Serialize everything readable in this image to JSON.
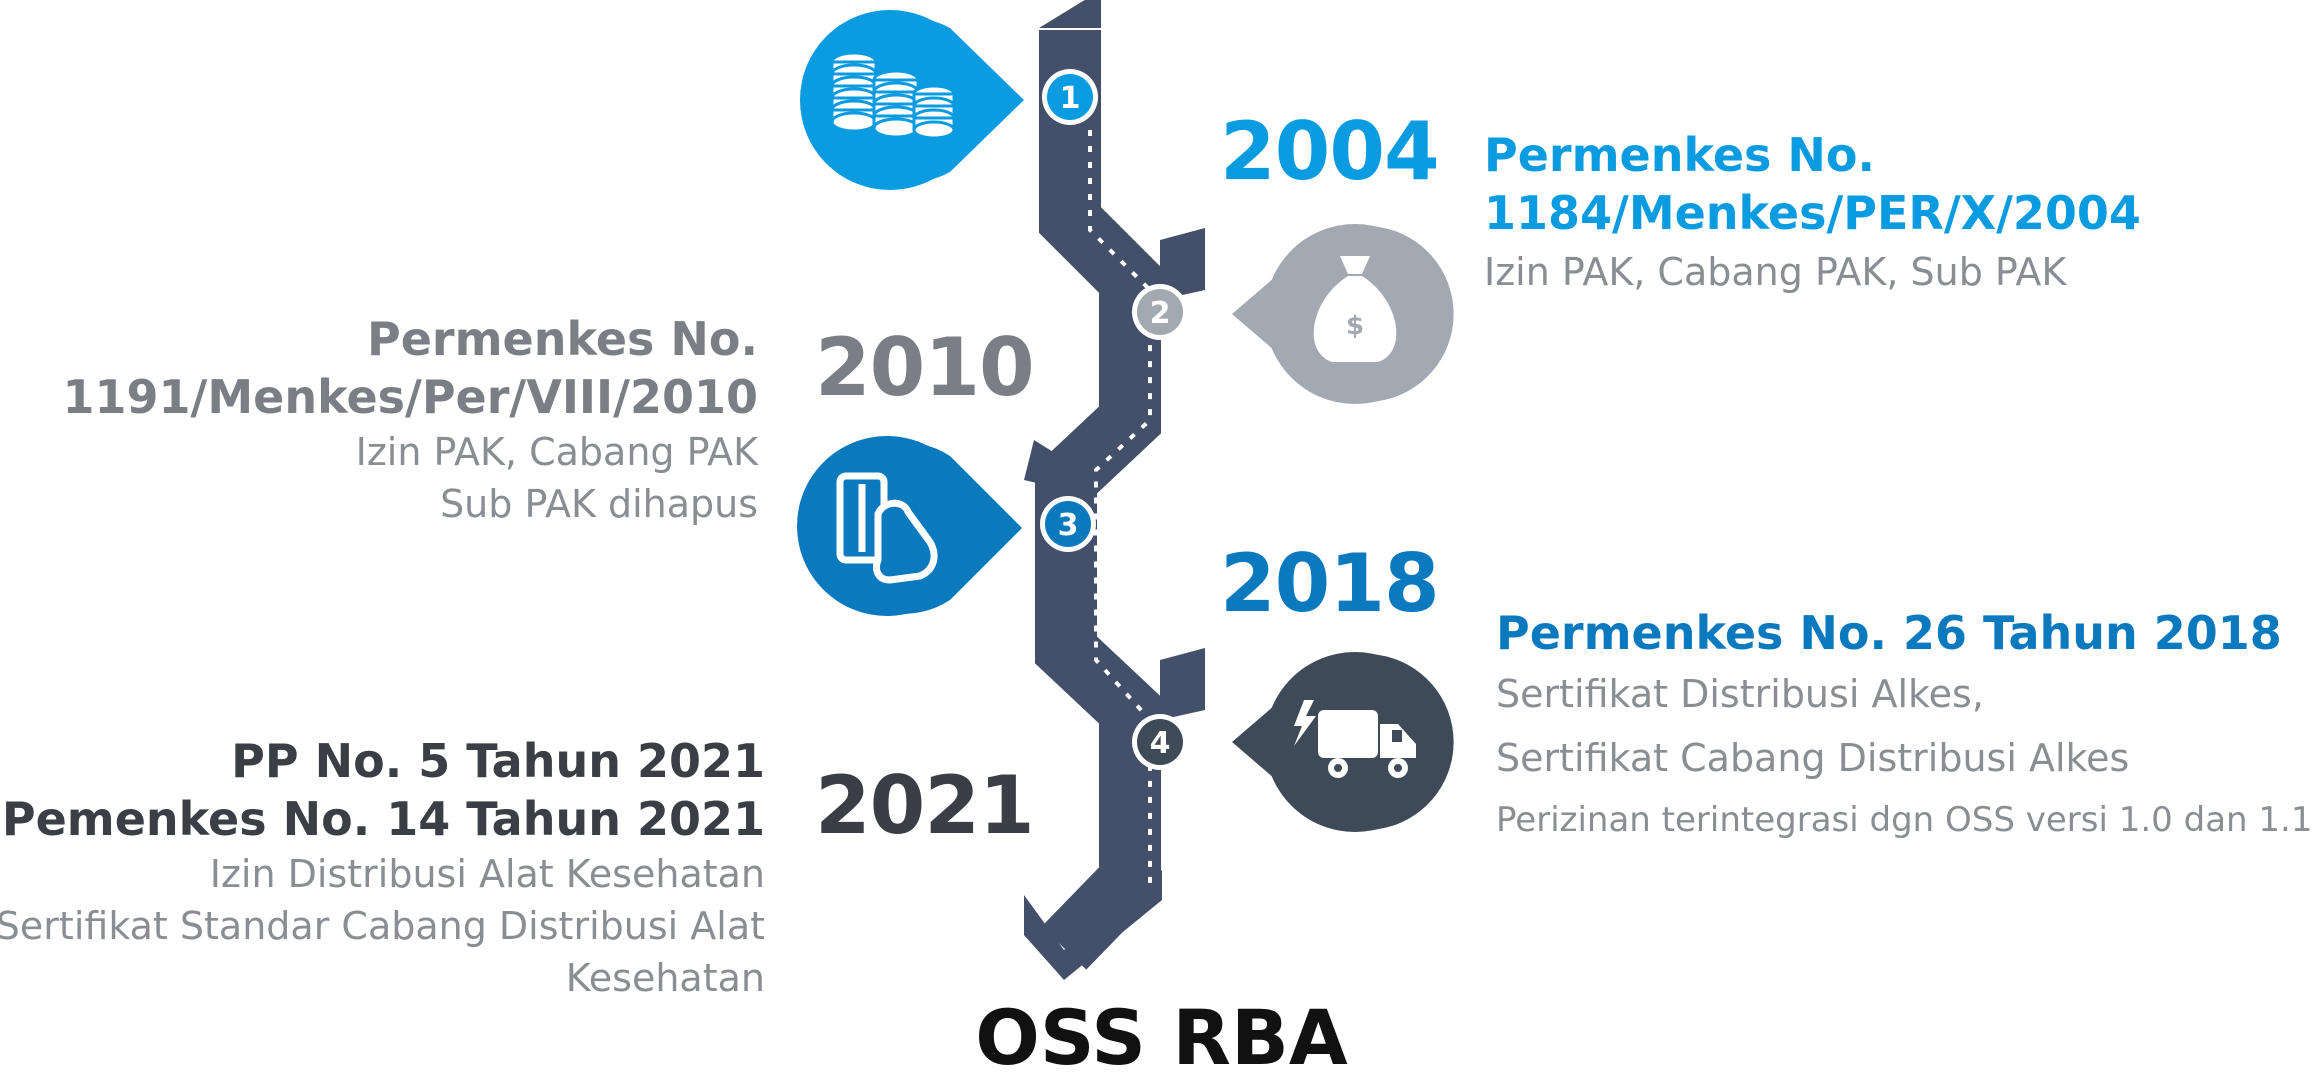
{
  "colors": {
    "step1": "#0a9be0",
    "step2": "#a2a9b2",
    "step3": "#0a79bd",
    "step4": "#3f4a58",
    "road": "#44506a",
    "title_grey": "#7b7f85",
    "title_dark": "#3b3f45",
    "desc_grey": "#8a8e93",
    "bottom": "#111111"
  },
  "milestones": [
    {
      "step": "1",
      "year": "2004",
      "icon": "coins-icon",
      "titles": [
        "Permenkes No.",
        "1184/Menkes/PER/X/2004"
      ],
      "descriptions": [
        "Izin PAK, Cabang PAK, Sub PAK"
      ]
    },
    {
      "step": "2",
      "year": "2010",
      "icon": "money-bag-icon",
      "titles": [
        "Permenkes No.",
        "1191/Menkes/Per/VIII/2010"
      ],
      "descriptions": [
        "Izin PAK, Cabang PAK",
        "Sub PAK dihapus"
      ]
    },
    {
      "step": "3",
      "year": "2018",
      "icon": "hand-card-icon",
      "titles": [
        "Permenkes No. 26 Tahun 2018"
      ],
      "descriptions": [
        "Sertifikat Distribusi Alkes,",
        "Sertifikat Cabang Distribusi Alkes",
        "Perizinan terintegrasi dgn OSS versi 1.0 dan 1.1"
      ]
    },
    {
      "step": "4",
      "year": "2021",
      "icon": "delivery-truck-icon",
      "titles": [
        "PP No. 5 Tahun 2021",
        "Pemenkes No. 14 Tahun 2021"
      ],
      "descriptions": [
        "Izin Distribusi Alat Kesehatan",
        "Sertifikat Standar Cabang Distribusi Alat",
        "Kesehatan"
      ]
    }
  ],
  "footer": {
    "label": "OSS RBA"
  }
}
